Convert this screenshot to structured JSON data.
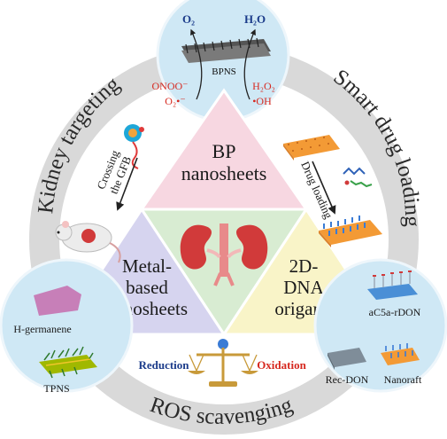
{
  "top_circle": {
    "o2": "O₂",
    "h2o": "H₂O",
    "bpns": "BPNS",
    "onoo": "ONOO⁻",
    "o2_radical": "O₂•⁻",
    "h2o2": "H₂O₂",
    "oh": "•OH"
  },
  "ring_labels": {
    "kidney_targeting": "Kidney targeting",
    "smart_drug_loading": "Smart drug loading",
    "ros_scavenging": "ROS scavenging"
  },
  "triangles": {
    "top_line1": "BP",
    "top_line2": "nanosheets",
    "left_line1": "Metal-",
    "left_line2": "based",
    "left_line3": "nanosheets",
    "right_line1": "2D-",
    "right_line2": "DNA",
    "right_line3": "origami"
  },
  "left_arrow": {
    "line1": "Crossing",
    "line2": "the GFB"
  },
  "right_arrow": {
    "label": "Drug loading"
  },
  "left_circle": {
    "h_germanene": "H-germanene",
    "tpns": "TPNS"
  },
  "right_circle": {
    "ac5a": "aC5a-rDON",
    "rec_don": "Rec-DON",
    "nanoraft": "Nanoraft"
  },
  "balance": {
    "reduction": "Reduction",
    "oxidation": "Oxidation"
  },
  "colors": {
    "ring": "#d9d9d9",
    "circle_fill": "#cfe8f5",
    "top_tri": "#f7d7e1",
    "left_tri": "#d6d4ef",
    "right_tri": "#f9f4c8",
    "center_tri": "#d8ecd2",
    "red_text": "#d6281f",
    "blue_text": "#1b3b8a",
    "dark_text": "#2a2a2a"
  }
}
